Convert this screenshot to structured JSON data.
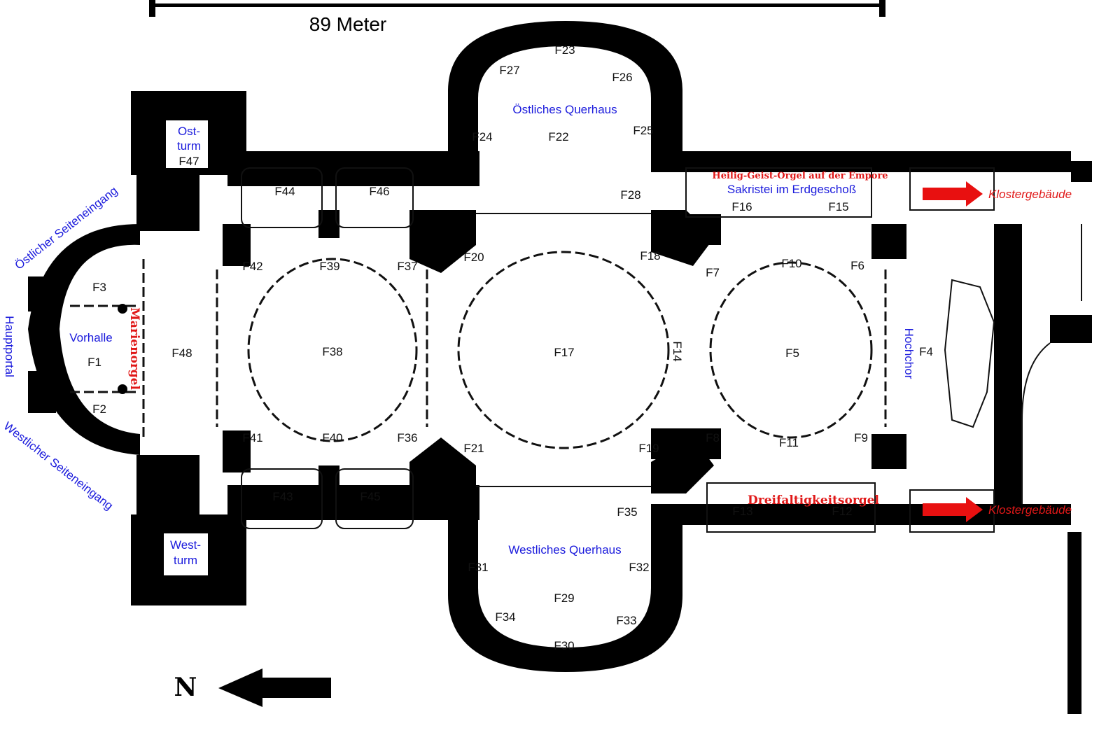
{
  "scale": {
    "label": "89 Meter"
  },
  "north": {
    "letter": "N"
  },
  "areas": {
    "ostturm_1": "Ost-",
    "ostturm_2": "turm",
    "westturm_1": "West-",
    "westturm_2": "turm",
    "oestliches_querhaus": "Östliches Querhaus",
    "westliches_querhaus": "Westliches Querhaus",
    "vorhalle": "Vorhalle",
    "hochchor": "Hochchor",
    "hauptportal": "Hauptportal",
    "oestlicher_seiteneingang": "Östlicher Seiteneingang",
    "westlicher_seiteneingang": "Westlicher Seiteneingang",
    "sakristei": "Sakristei im Erdgeschoß",
    "kloster_1": "Klostergebäude",
    "kloster_2": "Klostergebäude"
  },
  "organs": {
    "heilig_geist": "Heilig-Geist-Orgel auf der Empore",
    "marienorgel": "Marienorgel",
    "dreifaltigkeit": "Dreifaltigkeitsorgel"
  },
  "fields": {
    "f1": "F1",
    "f2": "F2",
    "f3": "F3",
    "f4": "F4",
    "f5": "F5",
    "f6": "F6",
    "f7": "F7",
    "f8": "F8",
    "f9": "F9",
    "f10": "F10",
    "f11": "F11",
    "f12": "F12",
    "f13": "F13",
    "f14": "F14",
    "f15": "F15",
    "f16": "F16",
    "f17": "F17",
    "f18": "F18",
    "f19": "F19",
    "f20": "F20",
    "f21": "F21",
    "f22": "F22",
    "f23": "F23",
    "f24": "F24",
    "f25": "F25",
    "f26": "F26",
    "f27": "F27",
    "f28": "F28",
    "f29": "F29",
    "f30": "F30",
    "f31": "F31",
    "f32": "F32",
    "f33": "F33",
    "f34": "F34",
    "f35": "F35",
    "f36": "F36",
    "f37": "F37",
    "f38": "F38",
    "f39": "F39",
    "f40": "F40",
    "f41": "F41",
    "f42": "F42",
    "f43": "F43",
    "f44": "F44",
    "f45": "F45",
    "f46": "F46",
    "f47": "F47",
    "f48": "F48"
  },
  "colors": {
    "walls": "#000000",
    "labels_blue": "#1a1adc",
    "organs_red": "#e01818",
    "arrow_red": "#e81010"
  }
}
